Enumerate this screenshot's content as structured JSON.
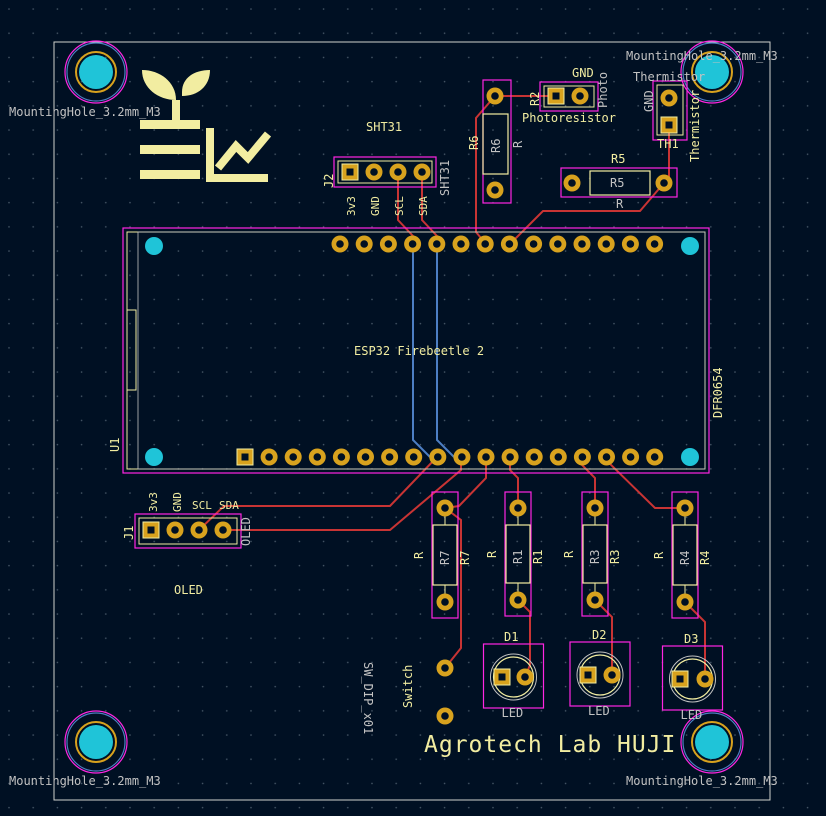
{
  "colors": {
    "background": "#001023",
    "trace_front": "#c83434",
    "trace_back": "#4d7fc4",
    "pad": "#d8a21e",
    "courtyard": "#ff26e2",
    "silkscreen": "#f2eda1",
    "hole": "#1fc4d8",
    "edge_cuts": "#d0d2cd"
  },
  "mounting_holes": {
    "label": "MountingHole_3.2mm_M3"
  },
  "logo": {
    "icon": "sprout-chart-logo"
  },
  "u1": {
    "ref": "U1",
    "value": "ESP32 Firebeetle 2",
    "footprint": "DFR0654"
  },
  "j2": {
    "ref": "J2",
    "title": "SHT31",
    "value": "SHT31",
    "pins": [
      "3v3",
      "GND",
      "SCL",
      "SDA"
    ]
  },
  "j1": {
    "ref": "J1",
    "title": "OLED",
    "value": "OLED",
    "pins": [
      "3v3",
      "GND",
      "SCL",
      "SDA"
    ]
  },
  "r6": {
    "ref": "R6",
    "value": "R"
  },
  "r2": {
    "ref": "R2",
    "value": "Photoresistor",
    "pin_gnd": "GND",
    "pin_photo": "Photo"
  },
  "th1": {
    "ref": "TH1",
    "value": "Thermistor",
    "pin_gnd": "GND",
    "pin_label": "Thermistor"
  },
  "r5": {
    "ref": "R5",
    "value": "R"
  },
  "r7": {
    "ref": "R7",
    "value": "R"
  },
  "r1": {
    "ref": "R1",
    "value": "R"
  },
  "r3": {
    "ref": "R3",
    "value": "R"
  },
  "r4": {
    "ref": "R4",
    "value": "R"
  },
  "d1": {
    "ref": "D1",
    "value": "LED"
  },
  "d2": {
    "ref": "D2",
    "value": "LED"
  },
  "d3": {
    "ref": "D3",
    "value": "LED"
  },
  "sw": {
    "ref": "Switch",
    "value": "SW_DIP_x01"
  },
  "board_text": "Agrotech Lab HUJI"
}
